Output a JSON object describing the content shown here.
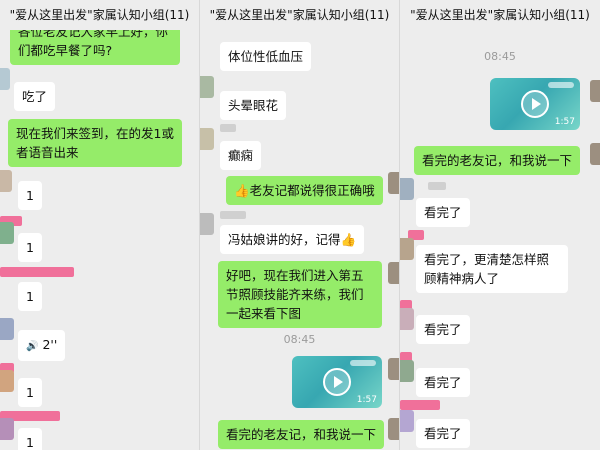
{
  "panels": [
    {
      "title": "\"爱从这里出发\"家属认知小组(11)",
      "messages": {
        "m0": "各位老友记大家早上好，你们都吃早餐了吗?",
        "m1": "吃了",
        "m2": "现在我们来签到，在的发1或者语音出来",
        "m3": "1",
        "m4": "1",
        "m5": "1",
        "m6": "2''",
        "m7": "1",
        "m8": "1"
      }
    },
    {
      "title": "\"爱从这里出发\"家属认知小组(11)",
      "messages": {
        "m0": "体位性低血压",
        "m1": "头晕眼花",
        "m2": "癫痫",
        "m3": "老友记都说得很正确哦",
        "m4": "冯姑娘讲的好，记得",
        "m5": "好吧，现在我们进入第五节照顾技能齐来练，我们一起来看下图",
        "time": "08:45",
        "video_duration": "1:57",
        "m6": "看完的老友记，和我说一下"
      }
    },
    {
      "title": "\"爱从这里出发\"家属认知小组(11)",
      "messages": {
        "time": "08:45",
        "video_duration": "1:57",
        "m0": "看完的老友记，和我说一下",
        "m1": "看完了",
        "m2": "看完了，更清楚怎样照顾精神病人了",
        "m3": "看完了",
        "m4": "看完了",
        "m5": "看完了"
      }
    }
  ],
  "icons": {
    "thumbs_up": "👍",
    "voice": "🔊"
  },
  "colors": {
    "bg": "#ededed",
    "out_bubble": "#95ec69",
    "in_bubble": "#ffffff"
  }
}
